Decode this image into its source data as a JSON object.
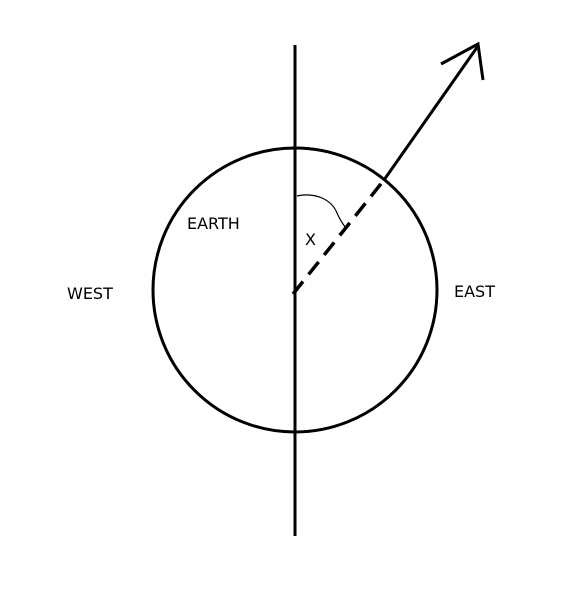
{
  "labels": {
    "earth": "EARTH",
    "west": "WEST",
    "east": "EAST",
    "angle": "X"
  },
  "colors": {
    "stroke": "#000000",
    "background": "#ffffff"
  }
}
